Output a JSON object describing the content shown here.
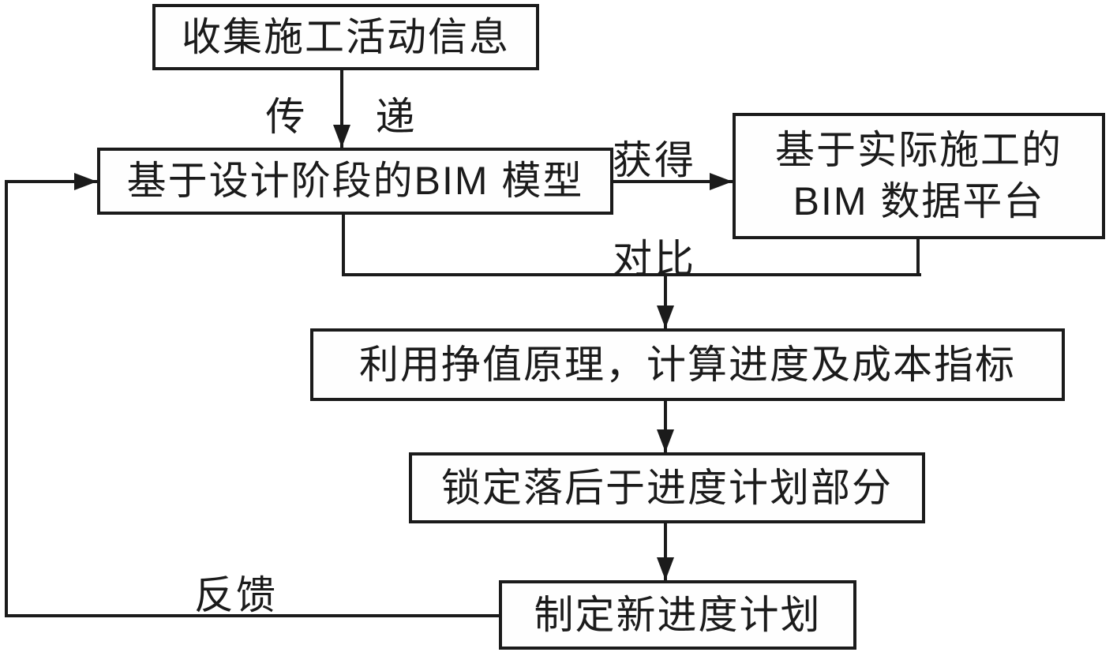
{
  "flowchart": {
    "title_hint": "BIM schedule control flowchart",
    "nodes": {
      "collect": "收集施工活动信息",
      "bim_model": "基于设计阶段的BIM 模型",
      "bim_platform": {
        "line1": "基于实际施工的",
        "line2": "BIM 数据平台"
      },
      "earned_value": "利用挣值原理，计算进度及成本指标",
      "lock_behind": "锁定落后于进度计划部分",
      "new_plan": "制定新进度计划"
    },
    "edge_labels": {
      "transmit_left": "传",
      "transmit_right": "递",
      "obtain": "获得",
      "compare": "对比",
      "feedback": "反馈"
    },
    "colors": {
      "stroke": "#1b1b1b",
      "background": "#ffffff"
    }
  }
}
